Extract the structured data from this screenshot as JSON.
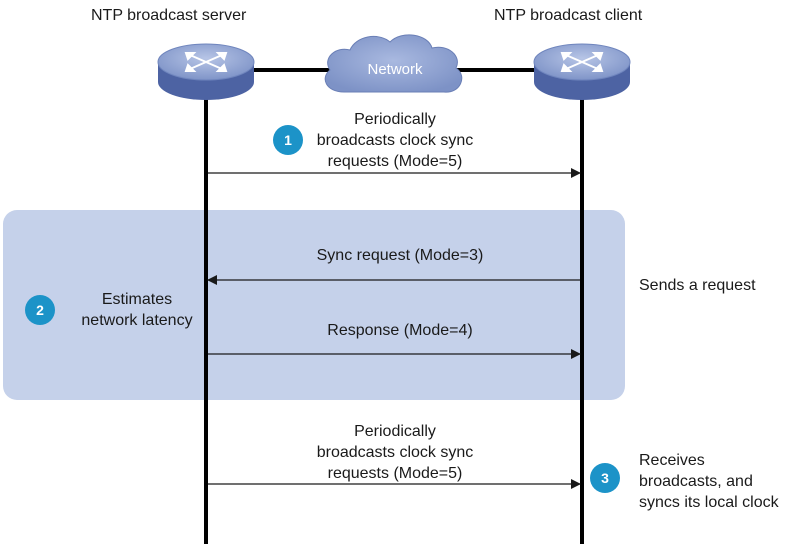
{
  "server_label": "NTP broadcast server",
  "client_label": "NTP broadcast client",
  "network_label": "Network",
  "steps": [
    {
      "number": "1",
      "lines": [
        "Periodically",
        "broadcasts clock sync",
        "requests (Mode=5)"
      ]
    },
    {
      "number": "2",
      "lines": [
        "Estimates",
        "network latency"
      ]
    },
    {
      "number": "3",
      "lines": [
        "Receives",
        "broadcasts, and",
        "syncs its local clock"
      ]
    }
  ],
  "messages": {
    "sync_request": "Sync request (Mode=3)",
    "response": "Response (Mode=4)",
    "broadcast_lines": [
      "Periodically",
      "broadcasts clock sync",
      "requests (Mode=5)"
    ]
  },
  "sends_request": "Sends a request",
  "colors": {
    "highlight_band": "#c5d1ea",
    "badge": "#1c93c8",
    "router_top": "#8ea2d0",
    "router_side": "#4d63a3",
    "cloud": "#8b9fcf"
  }
}
